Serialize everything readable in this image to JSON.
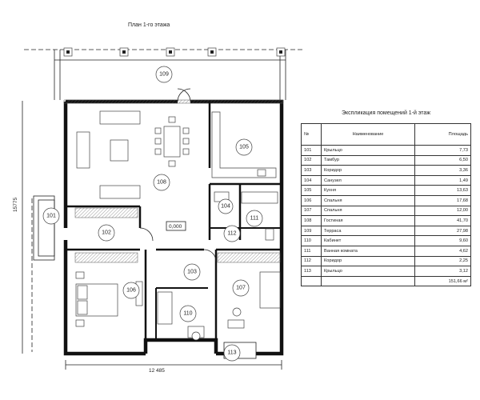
{
  "plan_title": "План 1-го этажа",
  "rooms": [
    {
      "id": "101"
    },
    {
      "id": "102"
    },
    {
      "id": "103"
    },
    {
      "id": "104"
    },
    {
      "id": "105"
    },
    {
      "id": "106"
    },
    {
      "id": "107"
    },
    {
      "id": "108"
    },
    {
      "id": "109"
    },
    {
      "id": "110"
    },
    {
      "id": "111"
    },
    {
      "id": "112"
    },
    {
      "id": "113"
    }
  ],
  "level_mark": "0,000",
  "dimensions": {
    "width": "12 485",
    "height": "15775"
  },
  "table": {
    "title": "Экспликация помещений 1-й этаж",
    "headers": [
      "№",
      "Наименование",
      "Площадь"
    ],
    "rows": [
      {
        "num": "101",
        "name": "Крыльцо",
        "area": "7,73"
      },
      {
        "num": "102",
        "name": "Тамбур",
        "area": "6,50"
      },
      {
        "num": "103",
        "name": "Коридор",
        "area": "3,36"
      },
      {
        "num": "104",
        "name": "Санузел",
        "area": "1,49"
      },
      {
        "num": "105",
        "name": "Кухня",
        "area": "13,63"
      },
      {
        "num": "106",
        "name": "Спальня",
        "area": "17,68"
      },
      {
        "num": "107",
        "name": "Спальня",
        "area": "12,00"
      },
      {
        "num": "108",
        "name": "Гостиная",
        "area": "41,70"
      },
      {
        "num": "109",
        "name": "Терраса",
        "area": "27,98"
      },
      {
        "num": "110",
        "name": "Кабинет",
        "area": "9,60"
      },
      {
        "num": "111",
        "name": "Ванная комната",
        "area": "4,62"
      },
      {
        "num": "112",
        "name": "Коридор",
        "area": "2,25"
      },
      {
        "num": "113",
        "name": "Крыльцо",
        "area": "3,12"
      }
    ],
    "total": "151,66 м²"
  }
}
